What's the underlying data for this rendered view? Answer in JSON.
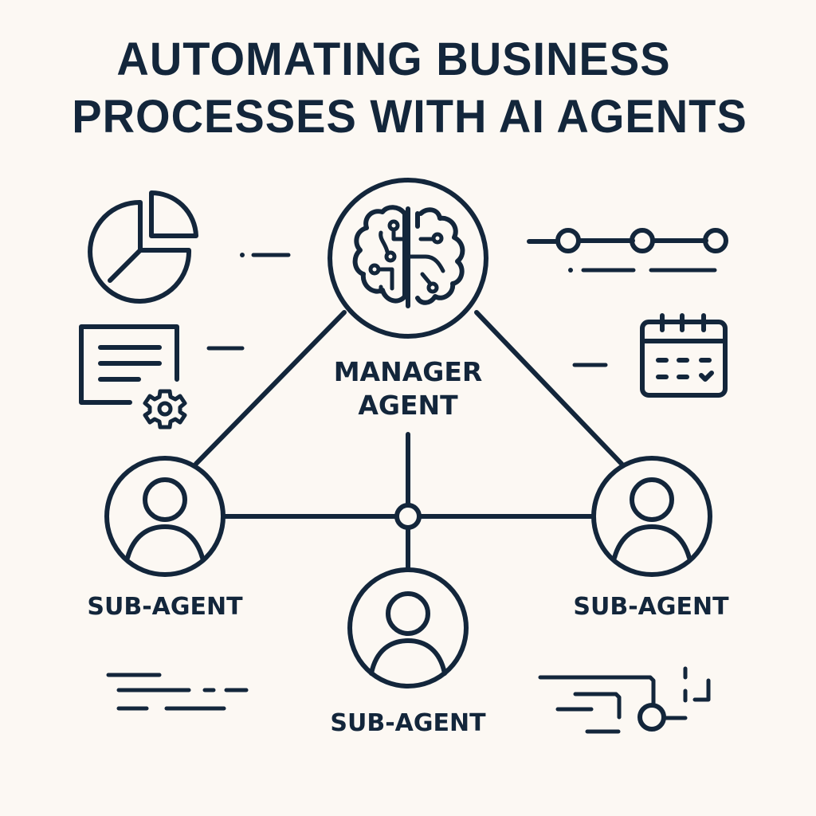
{
  "title": {
    "line1": "AUTOMATING BUSINESS",
    "line2": "PROCESSES WITH AI AGENTS"
  },
  "nodes": {
    "manager": {
      "label_line1": "MANAGER",
      "label_line2": "AGENT",
      "icon": "brain-circuit-icon"
    },
    "sub_left": {
      "label": "SUB-AGENT",
      "icon": "user-icon"
    },
    "sub_bottom": {
      "label": "SUB-AGENT",
      "icon": "user-icon"
    },
    "sub_right": {
      "label": "SUB-AGENT",
      "icon": "user-icon"
    }
  },
  "decorations": [
    "pie-chart-icon",
    "document-gear-icon",
    "timeline-icon",
    "calendar-check-icon",
    "text-lines-icon",
    "workflow-icon"
  ],
  "colors": {
    "background": "#fcf8f3",
    "ink": "#13263b"
  }
}
